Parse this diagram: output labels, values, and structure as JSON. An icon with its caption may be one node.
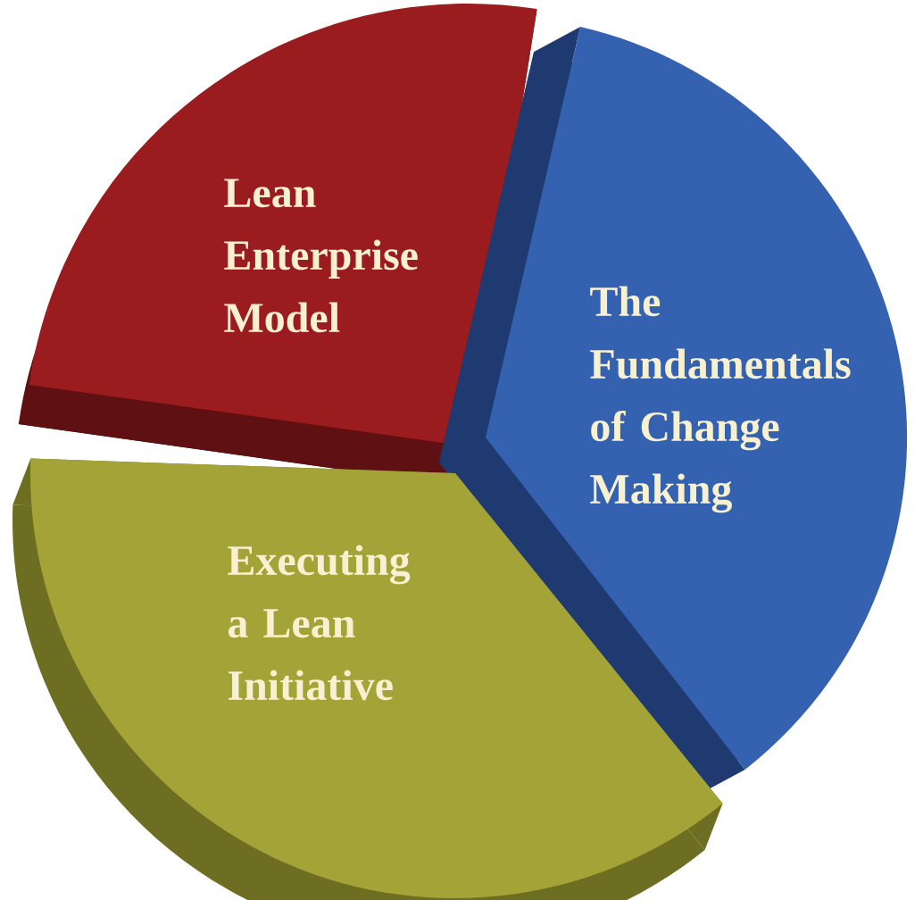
{
  "diagram": {
    "nodes": [
      {
        "text": [
          "Lean Enterprise Model"
        ]
      },
      {
        "text": [
          "The Fundamentals of Change Making"
        ]
      },
      {
        "text": [
          "Executing a Lean Initiative"
        ]
      }
    ]
  }
}
